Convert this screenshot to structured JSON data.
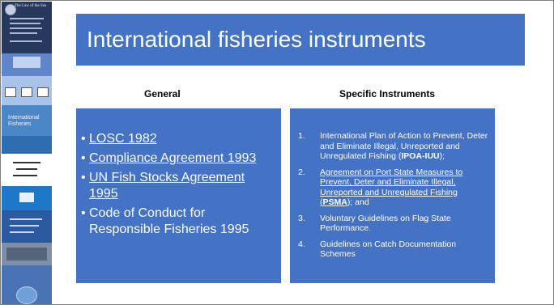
{
  "slide": {
    "title": "International fisheries instruments"
  },
  "general": {
    "heading": "General",
    "items": [
      {
        "text": "LOSC 1982",
        "link": true
      },
      {
        "text": "Compliance Agreement 1993",
        "link": true
      },
      {
        "text": "UN Fish Stocks Agreement 1995",
        "link": true
      },
      {
        "text": "Code of Conduct for Responsible Fisheries 1995",
        "link": false
      }
    ]
  },
  "specific": {
    "heading": "Specific Instruments",
    "items": [
      {
        "num": "1.",
        "pre": "International Plan of Action to Prevent, Deter and Eliminate Illegal, Unreported and Unregulated Fishing (",
        "bold": "IPOA-IUU",
        "post": ");"
      },
      {
        "num": "2.",
        "pre": "Agreement on Port State Measures to Prevent, Deter and Eliminate Illegal, Unreported and Unregulated Fishing (",
        "bold": "PSMA",
        "post": "); and"
      },
      {
        "num": "3.",
        "pre": "Voluntary Guidelines on Flag State Performance.",
        "bold": "",
        "post": ""
      },
      {
        "num": "4.",
        "pre": "Guidelines on Catch Documentation Schemes",
        "bold": "",
        "post": ""
      }
    ]
  },
  "thumbnails": {
    "cover_1_text": "The Law of the Sea",
    "cover_4_text": "International Fisheries"
  },
  "colors": {
    "accent": "#4472c4",
    "text_on_accent": "#ffffff",
    "background": "#ffffff"
  }
}
